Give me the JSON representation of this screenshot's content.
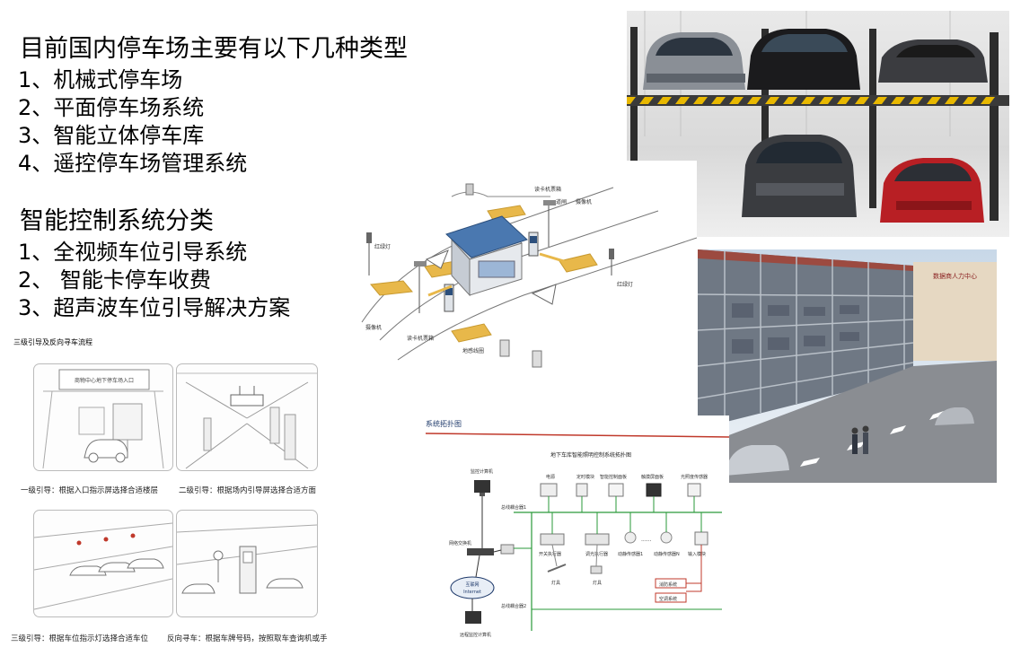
{
  "section1": {
    "title": "目前国内停车场主要有以下几种类型",
    "items": [
      "1、机械式停车场",
      "2、平面停车场系统",
      "3、智能立体停车库",
      "4、遥控停车场管理系统"
    ]
  },
  "section2": {
    "title": "智能控制系统分类",
    "items": [
      "1、全视频车位引导系统",
      "2、 智能卡停车收费",
      "3、超声波车位引导解决方案"
    ]
  },
  "guide": {
    "title": "三级引导及反向寻车流程",
    "cap1": "一级引导：根据入口指示屏选择合适楼层",
    "cap2": "二级引导：根据场内引导屏选择合适方面",
    "cap3": "三级引导：根据车位指示灯选择合适车位",
    "cap4": "反向寻车：根据车牌号码，按照取车查询机或手",
    "sign": "商物中心地下停车场入口"
  },
  "topology": {
    "header": "系统拓扑图",
    "title": "地下车库智能照明控制系统拓扑图",
    "monitor": "监控计算机",
    "gateway": "网络交换机",
    "cloud": "互联网",
    "cloud_en": "Internet",
    "remote": "远程监控计算机",
    "bus1": "总线耦合器1",
    "bus2": "总线耦合器2",
    "power": "电源",
    "timer": "定时模块",
    "scene": "智能控制面板",
    "touch": "触摸屏面板",
    "lux": "光照度传感器",
    "relay": "开关执行器",
    "dimmer": "调光执行器",
    "sensor1": "动静传感器1",
    "sensorN": "动静传感器N",
    "input": "输入模块",
    "lamp": "灯具",
    "fire": "消防系统",
    "ac": "空调系统",
    "ellipsis": "......"
  },
  "diagram": {
    "card_reader": "读卡机票箱",
    "barrier": "道闸",
    "camera": "摄像机",
    "traffic_light": "红绿灯",
    "loop": "地感线圈"
  },
  "building": {
    "sign": "数据商人力中心"
  },
  "colors": {
    "accent_red": "#c0392b",
    "loop_yellow": "#e8b84a",
    "booth_blue": "#4a78b0"
  }
}
